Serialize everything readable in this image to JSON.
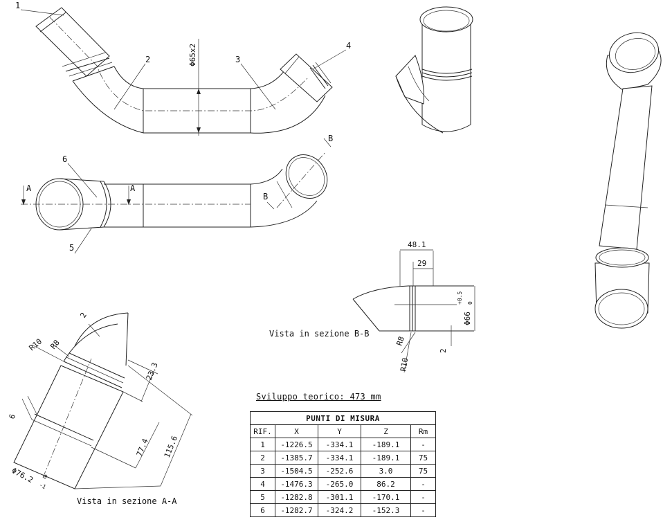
{
  "reference_labels": [
    "1",
    "2",
    "3",
    "4",
    "5",
    "6"
  ],
  "section_markers": {
    "a": "A",
    "b": "B"
  },
  "dimensions": {
    "pipe_diameter": "Φ65x2",
    "bb_length_total": "48.1",
    "bb_length_inner": "29",
    "bb_diameter": "Φ66",
    "bb_tol_upper": "+0.5",
    "bb_tol_lower": "0",
    "bb_radius_r8": "R8",
    "bb_radius_r10": "R10",
    "bb_thickness": "2",
    "aa_thickness": "2",
    "aa_radius_r10": "R10",
    "aa_radius_r8": "R8",
    "aa_len_23": "23.3",
    "aa_len_77": "77.4",
    "aa_len_115": "115.6",
    "aa_len_6": "6",
    "aa_diameter": "Φ76.2",
    "aa_tol_upper": "0",
    "aa_tol_lower": "-1"
  },
  "captions": {
    "section_bb": "Vista in sezione B-B",
    "section_aa": "Vista in sezione A-A",
    "sviluppo": "Sviluppo teorico: 473 mm"
  },
  "table": {
    "title": "PUNTI DI MISURA",
    "headers": [
      "RIF.",
      "X",
      "Y",
      "Z",
      "Rm"
    ],
    "rows": [
      [
        "1",
        "-1226.5",
        "-334.1",
        "-189.1",
        "-"
      ],
      [
        "2",
        "-1385.7",
        "-334.1",
        "-189.1",
        "75"
      ],
      [
        "3",
        "-1504.5",
        "-252.6",
        "3.0",
        "75"
      ],
      [
        "4",
        "-1476.3",
        "-265.0",
        "86.2",
        "-"
      ],
      [
        "5",
        "-1282.8",
        "-301.1",
        "-170.1",
        "-"
      ],
      [
        "6",
        "-1282.7",
        "-324.2",
        "-152.3",
        "-"
      ]
    ]
  }
}
